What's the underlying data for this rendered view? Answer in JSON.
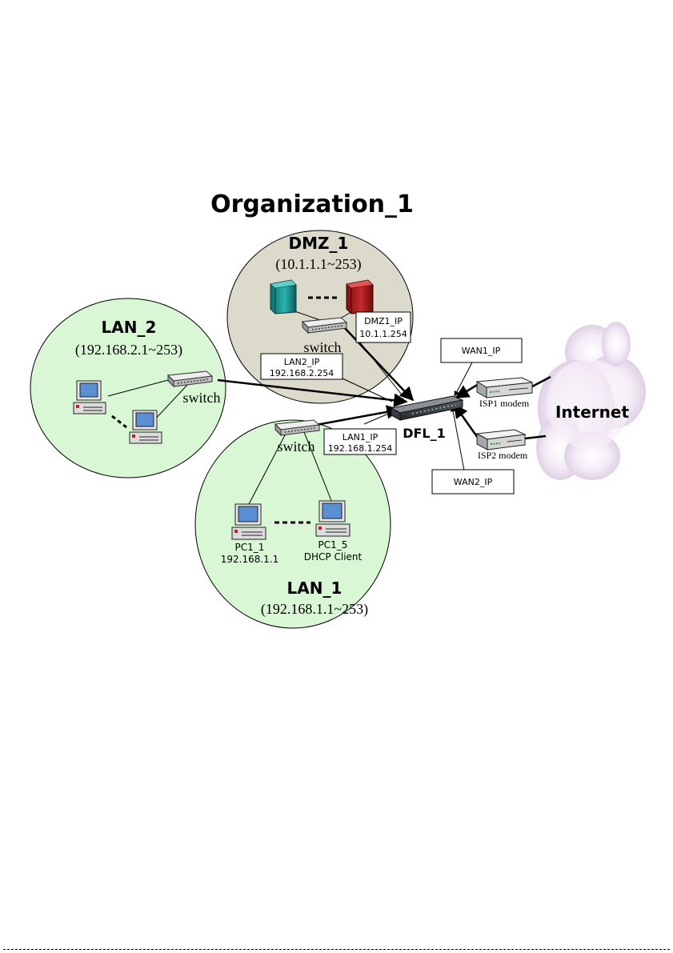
{
  "title": "Organization_1",
  "zones": {
    "dmz": {
      "name": "DMZ_1",
      "range": "(10.1.1.1~253)"
    },
    "lan2": {
      "name": "LAN_2",
      "range": "(192.168.2.1~253)"
    },
    "lan1": {
      "name": "LAN_1",
      "range": "(192.168.1.1~253)"
    }
  },
  "switch_label": "switch",
  "firewall": {
    "name": "DFL_1"
  },
  "interfaces": {
    "dmz1_ip": {
      "name": "DMZ1_IP",
      "addr": "10.1.1.254"
    },
    "lan2_ip": {
      "name": "LAN2_IP",
      "addr": "192.168.2.254"
    },
    "lan1_ip": {
      "name": "LAN1_IP",
      "addr": "192.168.1.254"
    },
    "wan1_ip": {
      "name": "WAN1_IP"
    },
    "wan2_ip": {
      "name": "WAN2_IP"
    }
  },
  "modems": {
    "isp1": "ISP1 modem",
    "isp2": "ISP2 modem"
  },
  "internet": "Internet",
  "hosts": {
    "pc1_1": {
      "name": "PC1_1",
      "addr": "192.168.1.1"
    },
    "pc1_5": {
      "name": "PC1_5",
      "addr": "DHCP Client"
    }
  },
  "colors": {
    "lan_fill": "#d9f7d5",
    "dmz_fill": "#dcdacb",
    "server_teal": "#1a9a98",
    "server_red": "#b52020",
    "cloud": "#eadcef"
  }
}
